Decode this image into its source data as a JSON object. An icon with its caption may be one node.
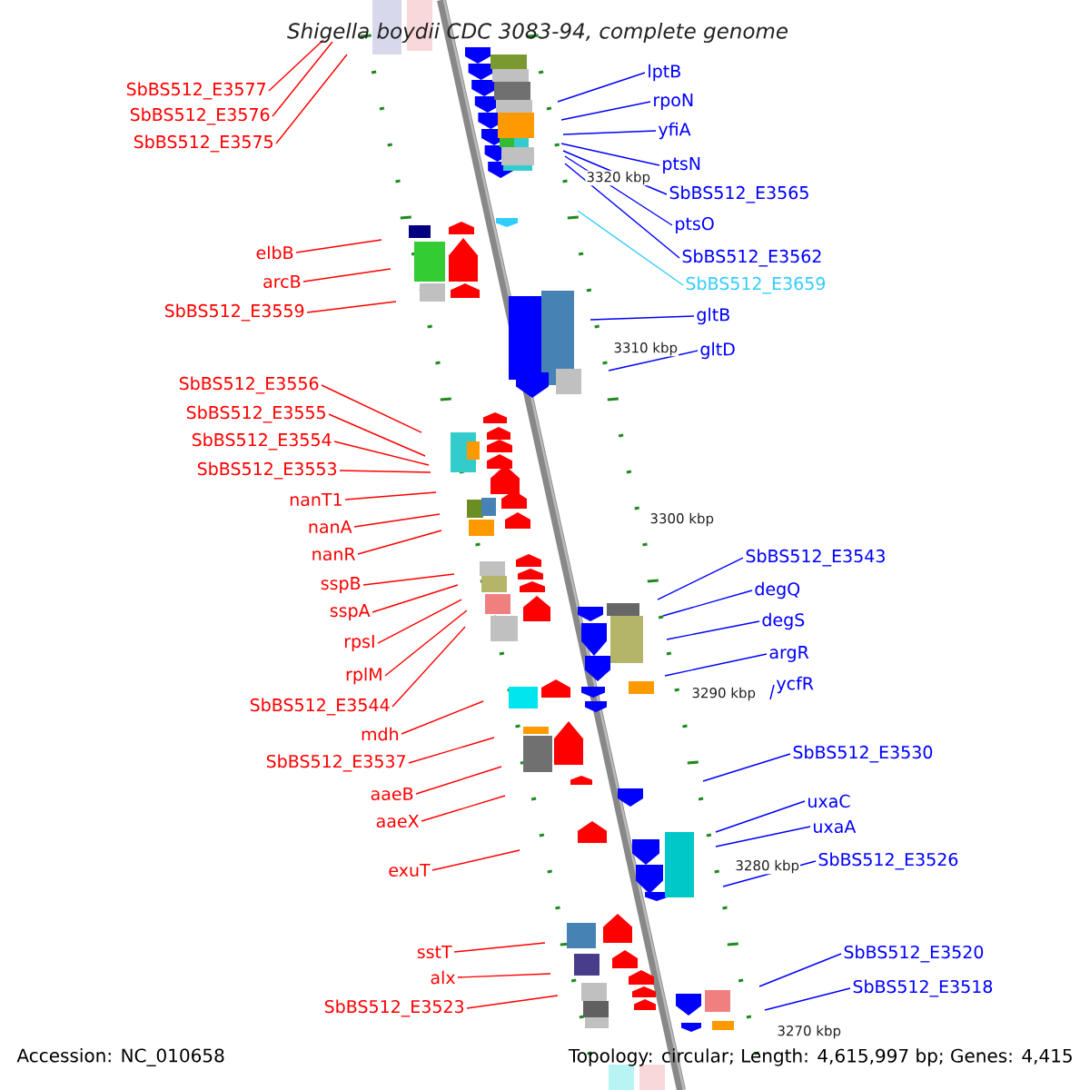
{
  "diagram": {
    "title": "Shigella boydii CDC 3083-94, complete genome",
    "nodes": [
      {
        "text": [
          "SbBS512_E3577"
        ]
      },
      {
        "text": [
          "SbBS512_E3576"
        ]
      },
      {
        "text": [
          "SbBS512_E3575"
        ]
      },
      {
        "text": [
          "elbB"
        ]
      },
      {
        "text": [
          "arcB"
        ]
      },
      {
        "text": [
          "SbBS512_E3559"
        ]
      },
      {
        "text": [
          "SbBS512_E3556"
        ]
      },
      {
        "text": [
          "SbBS512_E3555"
        ]
      },
      {
        "text": [
          "SbBS512_E3554"
        ]
      },
      {
        "text": [
          "SbBS512_E3553"
        ]
      },
      {
        "text": [
          "nanT1"
        ]
      },
      {
        "text": [
          "nanA"
        ]
      },
      {
        "text": [
          "nanR"
        ]
      },
      {
        "text": [
          "sspB"
        ]
      },
      {
        "text": [
          "sspA"
        ]
      },
      {
        "text": [
          "rpsI"
        ]
      },
      {
        "text": [
          "rplM"
        ]
      },
      {
        "text": [
          "SbBS512_E3544"
        ]
      },
      {
        "text": [
          "mdh"
        ]
      },
      {
        "text": [
          "SbBS512_E3537"
        ]
      },
      {
        "text": [
          "aaeB"
        ]
      },
      {
        "text": [
          "aaeX"
        ]
      },
      {
        "text": [
          "exuT"
        ]
      },
      {
        "text": [
          "sstT"
        ]
      },
      {
        "text": [
          "alx"
        ]
      },
      {
        "text": [
          "SbBS512_E3523"
        ]
      },
      {
        "text": [
          "lptB"
        ]
      },
      {
        "text": [
          "rpoN"
        ]
      },
      {
        "text": [
          "yfiA"
        ]
      },
      {
        "text": [
          "ptsN"
        ]
      },
      {
        "text": [
          "SbBS512_E3565"
        ]
      },
      {
        "text": [
          "ptsO"
        ]
      },
      {
        "text": [
          "SbBS512_E3562"
        ]
      },
      {
        "text": [
          "SbBS512_E3659"
        ]
      },
      {
        "text": [
          "gltB"
        ]
      },
      {
        "text": [
          "gltD"
        ]
      },
      {
        "text": [
          "SbBS512_E3543"
        ]
      },
      {
        "text": [
          "degQ"
        ]
      },
      {
        "text": [
          "degS"
        ]
      },
      {
        "text": [
          "argR"
        ]
      },
      {
        "text": [
          "ycfR"
        ]
      },
      {
        "text": [
          "SbBS512_E3530"
        ]
      },
      {
        "text": [
          "uxaC"
        ]
      },
      {
        "text": [
          "uxaA"
        ]
      },
      {
        "text": [
          "SbBS512_E3526"
        ]
      },
      {
        "text": [
          "SbBS512_E3520"
        ]
      },
      {
        "text": [
          "SbBS512_E3518"
        ]
      }
    ],
    "edges": [
      {
        "from": 0,
        "to": null,
        "arrow": "none"
      },
      {
        "from": 1,
        "to": null,
        "arrow": "none"
      },
      {
        "from": 2,
        "to": null,
        "arrow": "none"
      },
      {
        "from": 3,
        "to": null,
        "arrow": "none"
      },
      {
        "from": 4,
        "to": null,
        "arrow": "none"
      },
      {
        "from": 5,
        "to": null,
        "arrow": "none"
      },
      {
        "from": 6,
        "to": null,
        "arrow": "none"
      },
      {
        "from": 7,
        "to": null,
        "arrow": "none"
      },
      {
        "from": 8,
        "to": null,
        "arrow": "none"
      },
      {
        "from": 9,
        "to": null,
        "arrow": "none"
      },
      {
        "from": 10,
        "to": null,
        "arrow": "none"
      },
      {
        "from": 11,
        "to": null,
        "arrow": "none"
      },
      {
        "from": 12,
        "to": null,
        "arrow": "none"
      },
      {
        "from": 13,
        "to": null,
        "arrow": "none"
      },
      {
        "from": 14,
        "to": null,
        "arrow": "none"
      },
      {
        "from": 15,
        "to": null,
        "arrow": "none"
      },
      {
        "from": 16,
        "to": null,
        "arrow": "none"
      },
      {
        "from": 17,
        "to": null,
        "arrow": "none"
      },
      {
        "from": 18,
        "to": null,
        "arrow": "none"
      },
      {
        "from": 19,
        "to": null,
        "arrow": "none"
      },
      {
        "from": 20,
        "to": null,
        "arrow": "none"
      },
      {
        "from": 21,
        "to": null,
        "arrow": "none"
      },
      {
        "from": 22,
        "to": null,
        "arrow": "none"
      },
      {
        "from": 23,
        "to": null,
        "arrow": "none"
      },
      {
        "from": 24,
        "to": null,
        "arrow": "none"
      },
      {
        "from": 25,
        "to": null,
        "arrow": "none"
      },
      {
        "from": 26,
        "to": null,
        "arrow": "none",
        "color": "#0000ff"
      },
      {
        "from": 27,
        "to": null,
        "arrow": "none",
        "color": "#0000ff"
      },
      {
        "from": 28,
        "to": null,
        "arrow": "none",
        "color": "#0000ff"
      },
      {
        "from": 29,
        "to": null,
        "arrow": "none",
        "color": "#0000ff"
      },
      {
        "from": 30,
        "to": null,
        "arrow": "none",
        "color": "#0000ff"
      },
      {
        "from": 31,
        "to": null,
        "arrow": "none",
        "color": "#0000ff"
      },
      {
        "from": 32,
        "to": null,
        "arrow": "none",
        "color": "#0000ff"
      },
      {
        "from": 33,
        "to": null,
        "arrow": "none",
        "color": "#33ccff"
      },
      {
        "from": 34,
        "to": null,
        "arrow": "none",
        "color": "#0000ff"
      },
      {
        "from": 35,
        "to": null,
        "arrow": "none",
        "color": "#0000ff"
      },
      {
        "from": 36,
        "to": null,
        "arrow": "none",
        "color": "#0000ff"
      },
      {
        "from": 37,
        "to": null,
        "arrow": "none",
        "color": "#0000ff"
      },
      {
        "from": 38,
        "to": null,
        "arrow": "none",
        "color": "#0000ff"
      },
      {
        "from": 39,
        "to": null,
        "arrow": "none",
        "color": "#0000ff"
      },
      {
        "from": 40,
        "to": null,
        "arrow": "none",
        "color": "#0000ff"
      },
      {
        "from": 41,
        "to": null,
        "arrow": "none",
        "color": "#0000ff"
      },
      {
        "from": 42,
        "to": null,
        "arrow": "none",
        "color": "#0000ff"
      },
      {
        "from": 43,
        "to": null,
        "arrow": "none",
        "color": "#0000ff"
      },
      {
        "from": 44,
        "to": null,
        "arrow": "none",
        "color": "#0000ff"
      },
      {
        "from": 45,
        "to": null,
        "arrow": "none",
        "color": "#0000ff"
      },
      {
        "from": 46,
        "to": null,
        "arrow": "none",
        "color": "#0000ff"
      }
    ],
    "labels": [
      "3320 kbp",
      "3310 kbp",
      "3300 kbp",
      "3290 kbp",
      "3280 kbp",
      "3270 kbp",
      "Accession: NC_010658",
      "Topology: circular; Length: 4,615,997 bp; Genes: 4,415"
    ]
  }
}
